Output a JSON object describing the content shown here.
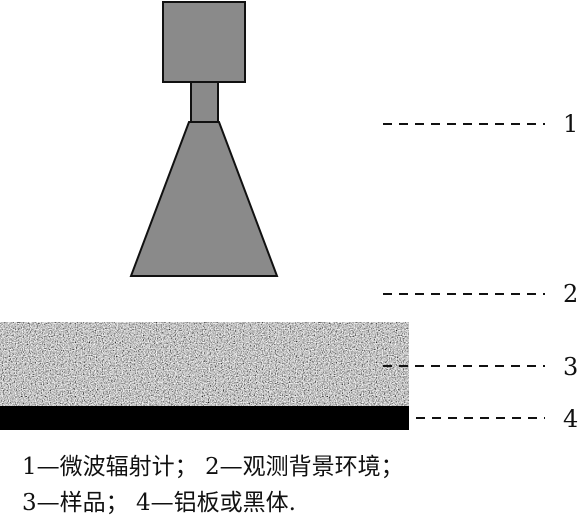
{
  "diagram": {
    "colors": {
      "radiometer_fill": "#8a8a8a",
      "outline": "#111111",
      "aluminum_plate": "#000000",
      "leader_line": "#111111",
      "sample_texture": "grey-white speckled noise"
    },
    "callouts": [
      {
        "id": "radiometer",
        "label": "1"
      },
      {
        "id": "background",
        "label": "2"
      },
      {
        "id": "sample",
        "label": "3"
      },
      {
        "id": "plate",
        "label": "4"
      }
    ],
    "components": [
      {
        "id": "radiometer",
        "name": "微波辐射计"
      },
      {
        "id": "background",
        "name": "观测背景环境"
      },
      {
        "id": "sample",
        "name": "样品"
      },
      {
        "id": "plate",
        "name": "铝板或黑体"
      }
    ]
  },
  "caption": {
    "line1": "1—微波辐射计；  2—观测背景环境；",
    "line2": "3—样品；  4—铝板或黑体."
  }
}
